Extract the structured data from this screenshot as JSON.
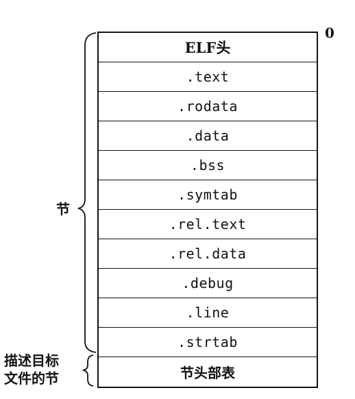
{
  "offset_label": "0",
  "rows": [
    {
      "label": "ELF头",
      "kind": "header"
    },
    {
      "label": ".text",
      "kind": "mono"
    },
    {
      "label": ".rodata",
      "kind": "mono"
    },
    {
      "label": ".data",
      "kind": "mono"
    },
    {
      "label": ".bss",
      "kind": "mono"
    },
    {
      "label": ".symtab",
      "kind": "mono"
    },
    {
      "label": ".rel.text",
      "kind": "mono"
    },
    {
      "label": ".rel.data",
      "kind": "mono"
    },
    {
      "label": ".debug",
      "kind": "mono"
    },
    {
      "label": ".line",
      "kind": "mono"
    },
    {
      "label": ".strtab",
      "kind": "mono"
    },
    {
      "label": "节头部表",
      "kind": "cjk"
    }
  ],
  "groups": {
    "sections_label": "节",
    "section_header_table_label_line1": "描述目标",
    "section_header_table_label_line2": "文件的节"
  }
}
